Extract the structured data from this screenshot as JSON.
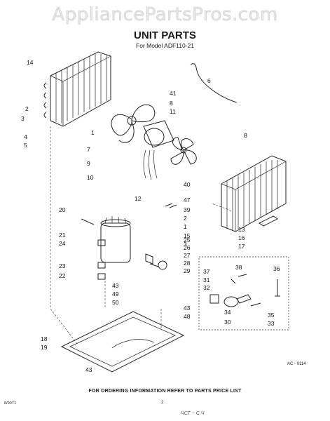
{
  "watermark": "AppliancePartsPros.com",
  "header": {
    "title": "UNIT PARTS",
    "model": "For Model  ADF110-21"
  },
  "footer": {
    "ordering": "FOR ORDERING INFORMATION REFER TO PARTS PRICE LIST",
    "code": "8/90T1",
    "page": "2",
    "handwritten": "ЧСТ ~ С.Ч",
    "ref": "AC - 0114"
  },
  "callouts": [
    "14",
    "1",
    "2",
    "3",
    "4",
    "5",
    "7",
    "9",
    "10",
    "41",
    "8",
    "11",
    "6",
    "8",
    "40",
    "12",
    "47",
    "39",
    "2",
    "1",
    "15",
    "3",
    "13",
    "16",
    "17",
    "20",
    "21",
    "24",
    "25",
    "26",
    "27",
    "28",
    "29",
    "23",
    "22",
    "43",
    "49",
    "50",
    "43",
    "48",
    "18",
    "19",
    "43",
    "37",
    "38",
    "36",
    "31",
    "32",
    "34",
    "30",
    "35",
    "33"
  ]
}
